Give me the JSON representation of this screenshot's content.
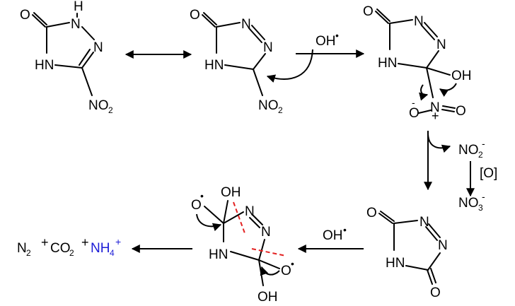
{
  "atoms": {
    "O": "O",
    "H": "H",
    "N": "N",
    "NH": "NH",
    "HN": "HN",
    "OH": "OH",
    "NO": "NO",
    "two": "2",
    "three": "3",
    "four": "4",
    "minus": "-",
    "plus": "+",
    "radical": "•"
  },
  "reagents": {
    "oh_radical": "OH",
    "oxidation": "[O]"
  },
  "products": {
    "n2": "N",
    "co2": "CO",
    "nh4": "NH",
    "plus": "+"
  },
  "colors": {
    "line": "#000000",
    "cleavage": "#e32222",
    "ammonium": "#1c1cd6"
  }
}
